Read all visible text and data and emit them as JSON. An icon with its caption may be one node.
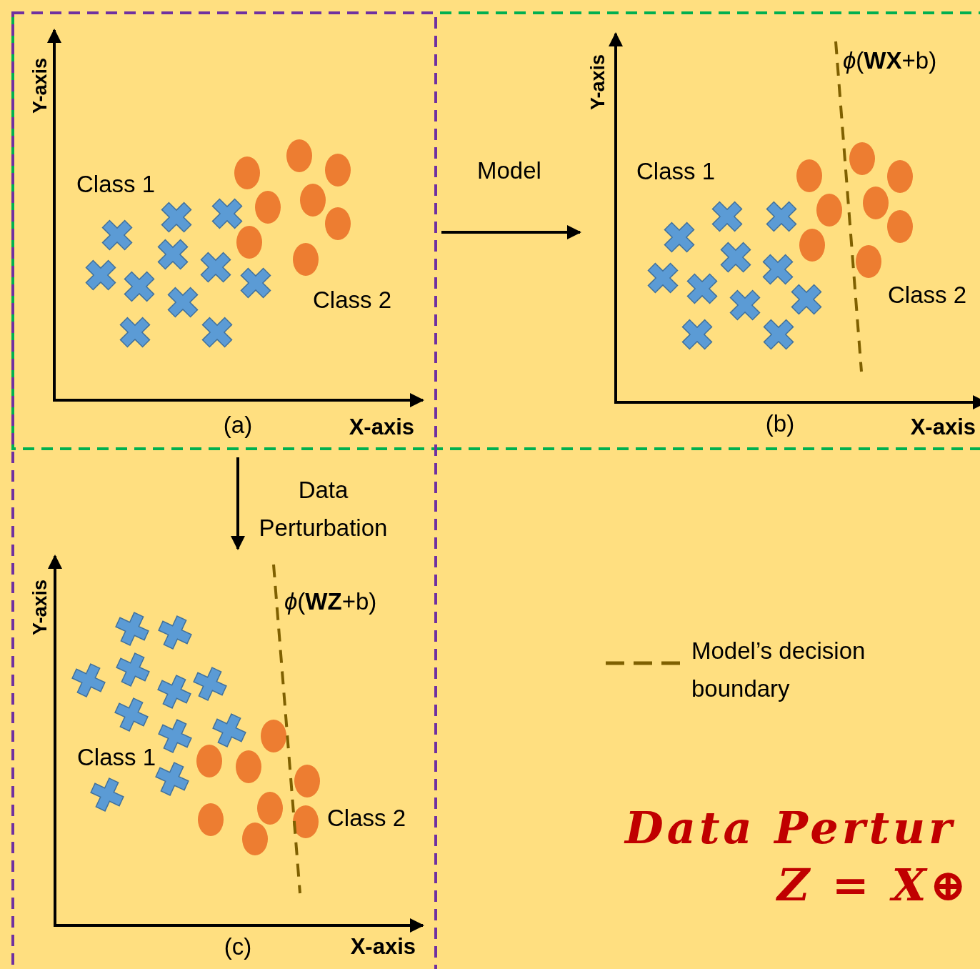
{
  "diagram": {
    "nodes": [
      {
        "text": [
          "Y-axis",
          "Class 1",
          "Class 2",
          "(a)",
          "X-axis"
        ]
      },
      {
        "text": [
          "Y-axis",
          "*ϕ*(**WX**+b)",
          "Class 1",
          "Class 2",
          "(b)",
          "X-axis"
        ]
      },
      {
        "text": [
          "Y-axis",
          "*ϕ*(**WZ**+b)",
          "Class 1",
          "Class 2",
          "(c)",
          "X-axis"
        ]
      }
    ],
    "edges": [
      {
        "from": 0,
        "to": 1,
        "arrow": "to",
        "label": "Model"
      },
      {
        "from": 0,
        "to": 2,
        "arrow": "to",
        "label": "Data Perturbation"
      }
    ],
    "labels": [
      "Data Pertur",
      "Z = X⊕"
    ],
    "legend": [
      {
        "text": "Model’s decision boundary"
      }
    ]
  }
}
